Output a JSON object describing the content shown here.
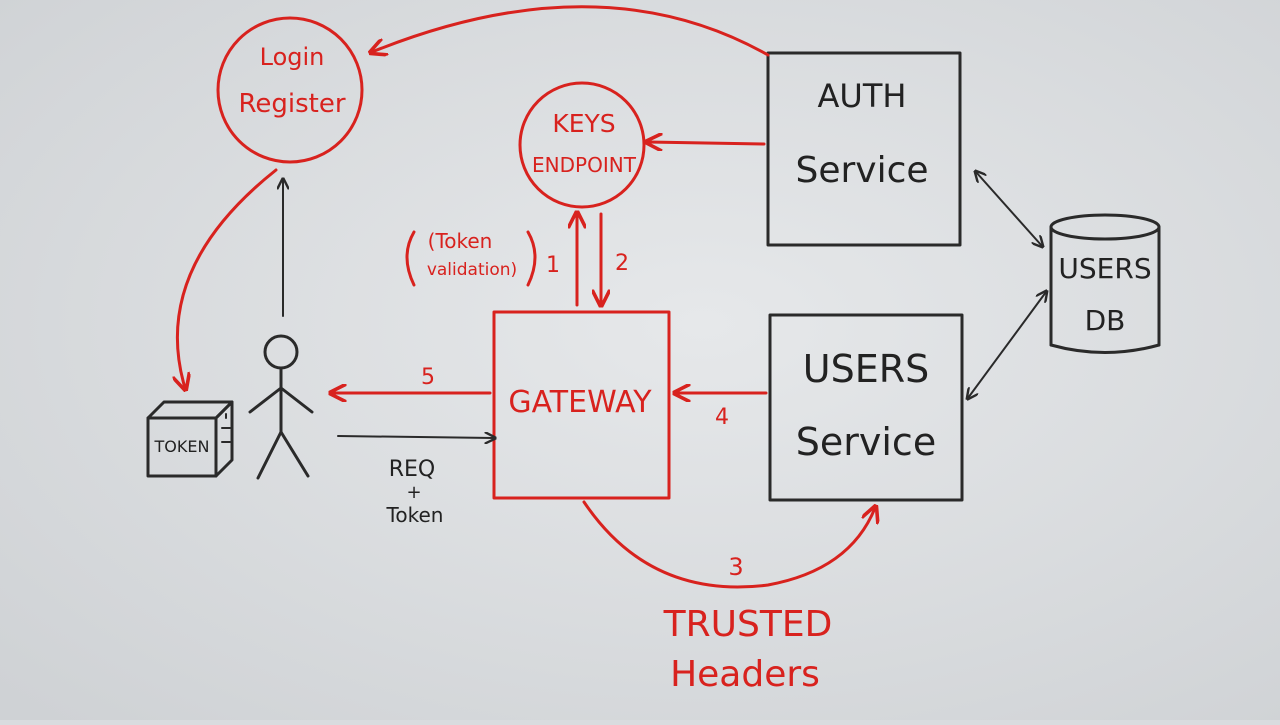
{
  "colors": {
    "board": "#d9dcdf",
    "marker_red": "#d8221e",
    "marker_black": "#2a2a2a"
  },
  "nodes": {
    "login": {
      "line1": "Login",
      "line2": "Register"
    },
    "keys": {
      "line1": "KEYS",
      "line2": "ENDPOINT"
    },
    "auth": {
      "line1": "AUTH",
      "line2": "Service"
    },
    "users_db": {
      "line1": "USERS",
      "line2": "DB"
    },
    "gateway": {
      "label": "GATEWAY"
    },
    "users_service": {
      "line1": "USERS",
      "line2": "Service"
    },
    "token_box": {
      "label": "TOKEN"
    },
    "user": {
      "icon": "stick-figure-icon"
    }
  },
  "edges": {
    "token_validation": {
      "line1": "(Token",
      "line2": "validation)"
    },
    "step1": "1",
    "step2": "2",
    "step3": "3",
    "step4": "4",
    "step5": "5",
    "request": {
      "line1": "REQ",
      "line2": "+",
      "line3": "Token"
    },
    "trusted_headers": {
      "line1": "TRUSTED",
      "line2": "Headers"
    }
  }
}
